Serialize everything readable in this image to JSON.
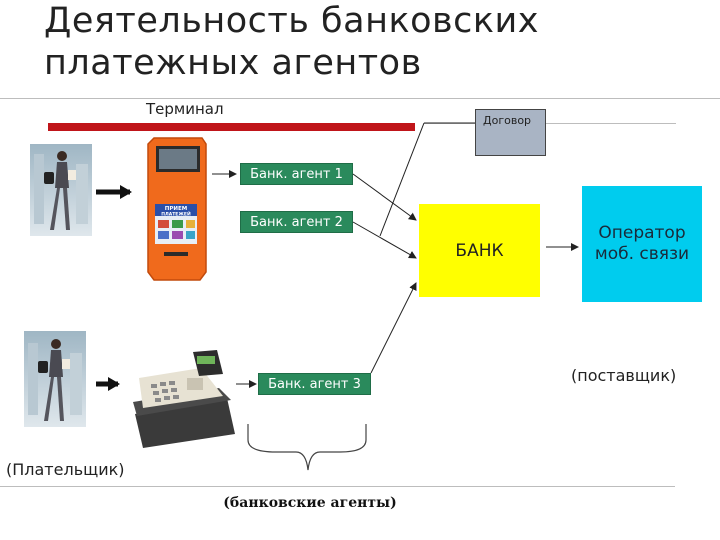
{
  "title": {
    "line1": "Деятельность банковских",
    "line2": "платежных агентов"
  },
  "terminal_label": "Терминал",
  "contract_label": "Договор",
  "agents": [
    {
      "label": "Банк. агент 1"
    },
    {
      "label": "Банк. агент 2"
    },
    {
      "label": "Банк. агент 3"
    }
  ],
  "bank_label": "БАНК",
  "operator": {
    "line1": "Оператор",
    "line2": "моб. связи"
  },
  "supplier_label": "(поставщик)",
  "payer_label": "(Плательщик)",
  "agents_caption": "(банковские агенты)",
  "terminal_screen_text": {
    "line1": "ПРИЕМ",
    "line2": "ПЛАТЕЖЕЙ"
  },
  "colors": {
    "terminal_bar": "#c0151a",
    "agent_box": "#2a8a5c",
    "bank_box": "#ffff00",
    "operator_box": "#00ccee",
    "contract_box": "#a9b4c4",
    "terminal_body": "#f06a1c"
  }
}
